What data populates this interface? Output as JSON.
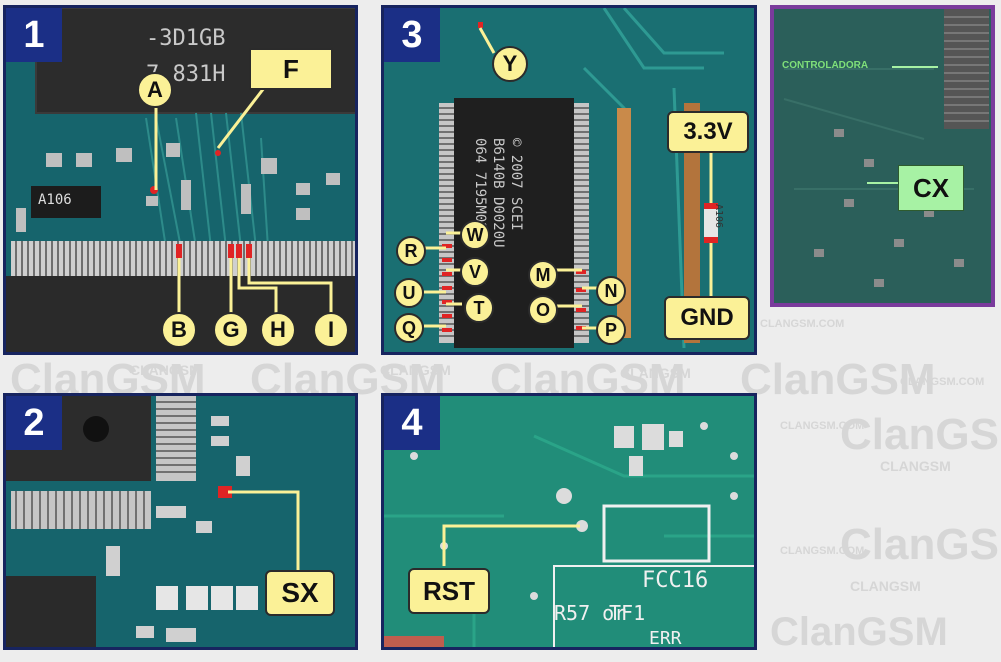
{
  "watermark": {
    "brand": "ClanGSM",
    "upper": "CLANGSM",
    "domain": "CLANGSM.COM"
  },
  "panels": {
    "p1": {
      "number": "1",
      "chip_line1": "-3D1GB",
      "chip_line2": "7 831H",
      "resistor": "A106",
      "labels": {
        "a": "A",
        "f": "F",
        "b": "B",
        "g": "G",
        "h": "H",
        "i": "I"
      }
    },
    "p2": {
      "number": "2",
      "labels": {
        "sx": "SX"
      }
    },
    "p3": {
      "number": "3",
      "chip_line1": "© 2007 SCEI",
      "chip_line2": "B6140B D0020U",
      "chip_line3": "064 7195M02",
      "resistor": "A106",
      "labels": {
        "y": "Y",
        "w": "W",
        "r": "R",
        "v": "V",
        "u": "U",
        "t": "T",
        "q": "Q",
        "m": "M",
        "n": "N",
        "o": "O",
        "p": "P",
        "v33": "3.3V",
        "gnd": "GND"
      }
    },
    "p4": {
      "number": "4",
      "silk1": "FCC16",
      "silk2": "TF1",
      "silk3": "R57 or",
      "silk4": "ERR",
      "labels": {
        "rst": "RST"
      }
    },
    "p5": {
      "controller": "CONTROLADORA",
      "labels": {
        "cx": "CX"
      }
    }
  }
}
